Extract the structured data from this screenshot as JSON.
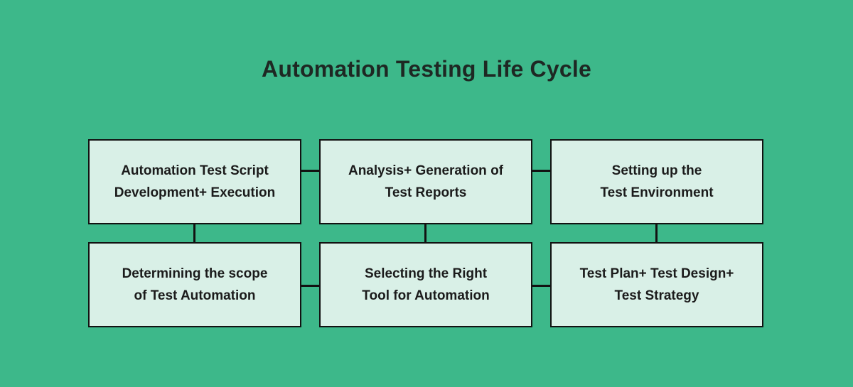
{
  "title": "Automation Testing Life Cycle",
  "colors": {
    "background": "#3db88a",
    "node_fill": "#d9f0e7",
    "node_border": "#121212",
    "connector": "#121212",
    "title_text": "#1e2823",
    "node_text": "#1b1b1b"
  },
  "nodes": [
    {
      "id": "automation-test-script-development-execution",
      "line1": "Automation Test Script",
      "line2": "Development+ Execution"
    },
    {
      "id": "analysis-generation-of-test-reports",
      "line1": "Analysis+ Generation of",
      "line2": "Test Reports"
    },
    {
      "id": "setting-up-the-test-environment",
      "line1": "Setting up the",
      "line2": "Test Environment"
    },
    {
      "id": "determining-the-scope-of-test-automation",
      "line1": "Determining the scope",
      "line2": "of Test Automation"
    },
    {
      "id": "selecting-the-right-tool-for-automation",
      "line1": "Selecting the Right",
      "line2": "Tool for Automation"
    },
    {
      "id": "test-plan-test-design-test-strategy",
      "line1": "Test Plan+ Test Design+",
      "line2": "Test Strategy"
    }
  ]
}
